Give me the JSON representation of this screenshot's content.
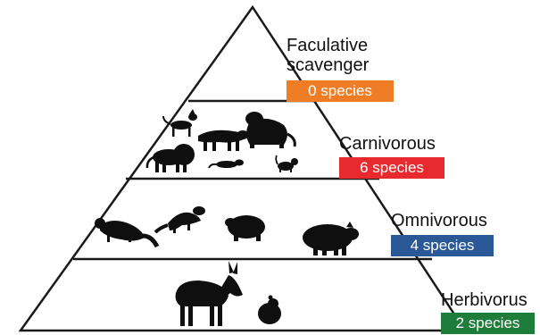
{
  "tiers": [
    {
      "name": "Faculative scavenger",
      "line1": "Faculative",
      "line2": "scavenger",
      "count_label": "0 species",
      "count": 0,
      "color": "#ef7d25"
    },
    {
      "name": "Carnivorous",
      "count_label": "6 species",
      "count": 6,
      "color": "#e8292d",
      "animals": [
        "dog-icon",
        "hyena-icon",
        "lion-icon",
        "big-cat-icon",
        "ferret-icon",
        "cat-icon"
      ]
    },
    {
      "name": "Omnivorous",
      "count_label": "4 species",
      "count": 4,
      "color": "#2a5896",
      "animals": [
        "marten-icon",
        "mongoose-icon",
        "badger-icon",
        "pig-icon"
      ]
    },
    {
      "name": "Herbivorus",
      "count_label": "2 species",
      "count": 2,
      "color": "#1f7d3c",
      "animals": [
        "donkey-icon",
        "hamster-icon"
      ]
    }
  ]
}
